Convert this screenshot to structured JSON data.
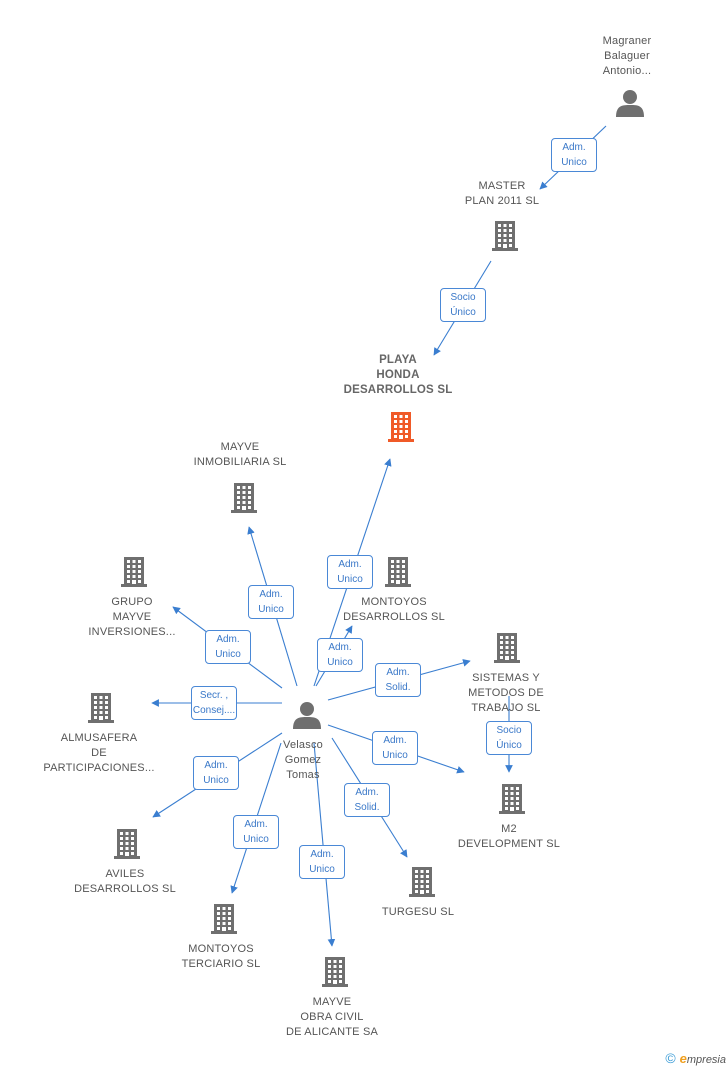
{
  "colors": {
    "edge": "#3a7ed0",
    "node": "#6f6f6f",
    "focus": "#f05a28"
  },
  "nodes": [
    {
      "id": "magraner",
      "kind": "person",
      "label": "Magraner\nBalaguer\nAntonio..."
    },
    {
      "id": "master",
      "kind": "company",
      "label": "MASTER\nPLAN 2011 SL"
    },
    {
      "id": "playa",
      "kind": "company",
      "focus": true,
      "label": "PLAYA\nHONDA\nDESARROLLOS SL"
    },
    {
      "id": "inmob",
      "kind": "company",
      "label": "MAYVE\nINMOBILIARIA SL"
    },
    {
      "id": "grupo",
      "kind": "company",
      "label": "GRUPO\nMAYVE\nINVERSIONES..."
    },
    {
      "id": "montdes",
      "kind": "company",
      "label": "MONTOYOS\nDESARROLLOS SL"
    },
    {
      "id": "sistemas",
      "kind": "company",
      "label": "SISTEMAS Y\nMETODOS DE\nTRABAJO SL"
    },
    {
      "id": "almus",
      "kind": "company",
      "label": "ALMUSAFERA\nDE\nPARTICIPACIONES..."
    },
    {
      "id": "velasco",
      "kind": "person",
      "label": "Velasco\nGomez\nTomas"
    },
    {
      "id": "m2",
      "kind": "company",
      "label": "M2\nDEVELOPMENT SL"
    },
    {
      "id": "aviles",
      "kind": "company",
      "label": "AVILES\nDESARROLLOS SL"
    },
    {
      "id": "turgesu",
      "kind": "company",
      "label": "TURGESU SL"
    },
    {
      "id": "montter",
      "kind": "company",
      "label": "MONTOYOS\nTERCIARIO SL"
    },
    {
      "id": "obra",
      "kind": "company",
      "label": "MAYVE\nOBRA CIVIL\nDE ALICANTE SA"
    }
  ],
  "relations": [
    {
      "id": "r1",
      "label": "Adm.\nUnico"
    },
    {
      "id": "r2",
      "label": "Socio\nÚnico"
    },
    {
      "id": "r3",
      "label": "Adm.\nUnico"
    },
    {
      "id": "r4",
      "label": "Adm.\nUnico"
    },
    {
      "id": "r5",
      "label": "Adm.\nUnico"
    },
    {
      "id": "r6",
      "label": "Adm.\nUnico"
    },
    {
      "id": "r7",
      "label": "Adm.\nSolid."
    },
    {
      "id": "r8",
      "label": "Secr. ,\nConsej...."
    },
    {
      "id": "r9",
      "label": "Adm.\nUnico"
    },
    {
      "id": "r10",
      "label": "Adm.\nUnico"
    },
    {
      "id": "r11",
      "label": "Adm.\nSolid."
    },
    {
      "id": "r12",
      "label": "Adm.\nUnico"
    },
    {
      "id": "r13",
      "label": "Adm.\nUnico"
    },
    {
      "id": "r14",
      "label": "Socio\nÚnico"
    }
  ],
  "footer": {
    "copyright": "©",
    "brand_e": "e",
    "brand_rest": "mpresia"
  }
}
